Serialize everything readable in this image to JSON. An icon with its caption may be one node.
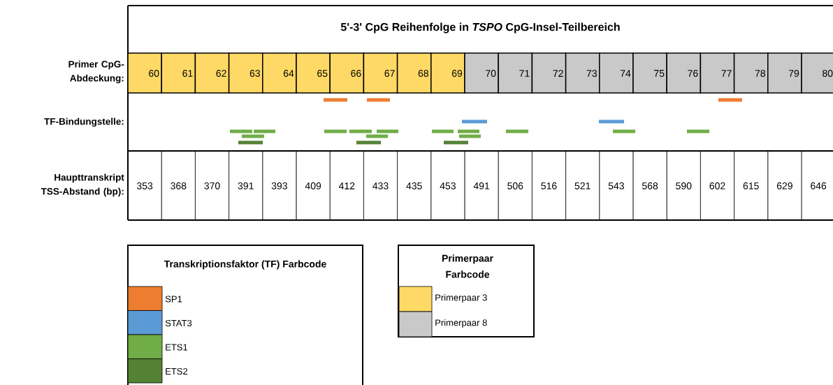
{
  "diagram": {
    "title": "5'-3' CpG Reihenfolge in *TSPO* CpG-Insel-Teilbereich",
    "labels": [
      "Primer CpG-Abdeckung:",
      "60",
      "61",
      "62",
      "63",
      "64",
      "65",
      "66",
      "67",
      "68",
      "69",
      "70",
      "71",
      "72",
      "73",
      "74",
      "75",
      "76",
      "77",
      "78",
      "79",
      "80",
      "TF-Bindungstelle:",
      "Haupttranskript TSS-Abstand (bp):",
      "353",
      "368",
      "370",
      "391",
      "393",
      "409",
      "412",
      "433",
      "435",
      "453",
      "491",
      "506",
      "516",
      "521",
      "543",
      "568",
      "590",
      "602",
      "615",
      "629",
      "646",
      "Transkriptionsfaktor (TF) Farbcode",
      "Primerpaar Farbcode"
    ],
    "legend": [
      {
        "text": "SP1",
        "color": "#ed7d31"
      },
      {
        "text": "STAT3",
        "color": "#5b9bd5"
      },
      {
        "text": "ETS1",
        "color": "#70ad47"
      },
      {
        "text": "ETS2",
        "color": "#548235"
      },
      {
        "text": "Primerpaar 3",
        "color": "#ffd966"
      },
      {
        "text": "Primerpaar 8",
        "color": "#c9c9c9"
      }
    ]
  }
}
